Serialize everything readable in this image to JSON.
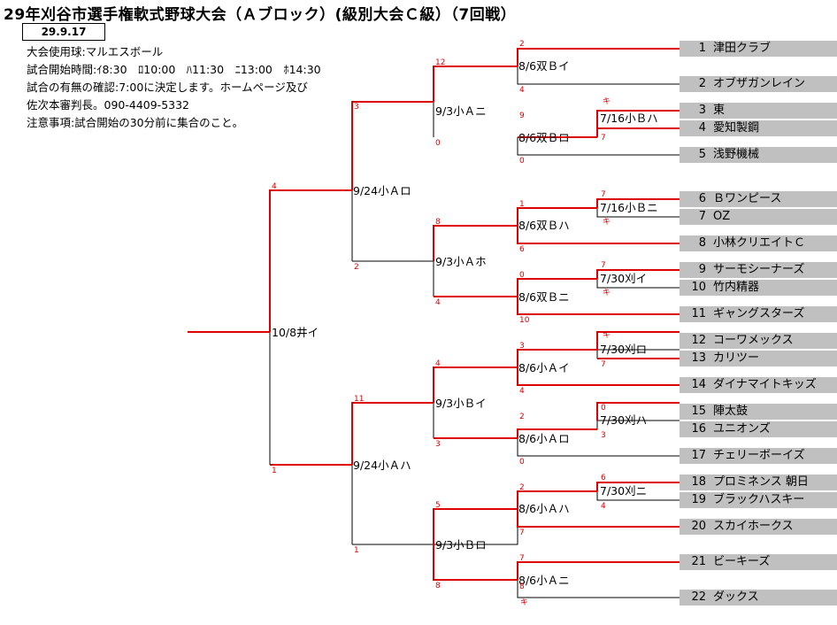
{
  "title": "29年刈谷市選手権軟式野球大会（Ａブロック）(級別大会Ｃ級）（7回戦）",
  "date": "29.9.17",
  "info": [
    "大会使用球:マルエスボール",
    "試合開始時間:ｲ8:30　ﾛ10:00　ﾊ11:30　ﾆ13:00　ﾎ14:30",
    "試合の有無の確認:7:00に決定します。ホームページ及び",
    "佐次本審判長。090-4409-5332",
    "注意事項:試合開始の30分前に集合のこと。"
  ],
  "teams": [
    {
      "num": "1",
      "name": "津田クラブ"
    },
    {
      "num": "2",
      "name": "オブザガンレイン"
    },
    {
      "num": "3",
      "name": "東"
    },
    {
      "num": "4",
      "name": "愛知製鋼"
    },
    {
      "num": "5",
      "name": "浅野機械"
    },
    {
      "num": "6",
      "name": "Ｂワンピース"
    },
    {
      "num": "7",
      "name": "OZ"
    },
    {
      "num": "8",
      "name": "小林クリエイトＣ"
    },
    {
      "num": "9",
      "name": "サーモシーナーズ"
    },
    {
      "num": "10",
      "name": "竹内精器"
    },
    {
      "num": "11",
      "name": "ギャングスターズ"
    },
    {
      "num": "12",
      "name": "コーワメックス"
    },
    {
      "num": "13",
      "name": "カリツー"
    },
    {
      "num": "14",
      "name": "ダイナマイトキッズ"
    },
    {
      "num": "15",
      "name": "陣太鼓"
    },
    {
      "num": "16",
      "name": "ユニオンズ"
    },
    {
      "num": "17",
      "name": "チェリーボーイズ"
    },
    {
      "num": "18",
      "name": "プロミネンス 朝日"
    },
    {
      "num": "19",
      "name": "ブラックハスキー"
    },
    {
      "num": "20",
      "name": "スカイホークス"
    },
    {
      "num": "21",
      "name": "ビーキーズ"
    },
    {
      "num": "22",
      "name": "ダックス"
    }
  ],
  "games": {
    "g_3_4": "7/16小Ｂハ",
    "g_6_7": "7/16小Ｂニ",
    "g_9_10": "7/30刈イ",
    "g_12_13": "7/30刈ロ",
    "g_15_16": "7/30刈ハ",
    "g_18_19": "7/30刈ニ",
    "g_1_2": "8/6双Ｂイ",
    "g_34_5": "8/6双Ｂロ",
    "g_67_8": "8/6双Ｂハ",
    "g_910_11": "8/6双Ｂニ",
    "g_1213_14": "8/6小Ａイ",
    "g_1516_17": "8/6小Ａロ",
    "g_1819_20": "8/6小Ａハ",
    "g_21_22": "8/6小Ａニ",
    "q1": "9/3小Ａニ",
    "q2": "9/3小Ａホ",
    "q3": "9/3小Ｂイ",
    "q4": "9/3小Ｂロ",
    "s1": "9/24小Ａロ",
    "s2": "9/24小Ａハ",
    "final": "10/8井イ"
  },
  "scores": {
    "t1": "2",
    "t2": "4",
    "t3": "キ",
    "t4": "7",
    "t34": "9",
    "t5": "0",
    "t6": "7",
    "t7": "キ",
    "t67": "1",
    "t8": "6",
    "t9": "7",
    "t10": "キ",
    "t910": "0",
    "t11": "10",
    "t12": "キ",
    "t13": "7",
    "t1213": "3",
    "t14": "4",
    "t15": "0",
    "t16": "3",
    "t1516": "2",
    "t17": "0",
    "t18": "6",
    "t19": "4",
    "t1819": "2",
    "t20": "7",
    "t21": "7",
    "t22": "8",
    "t22b": "キ",
    "a12": "12",
    "a345": "0",
    "a678": "8",
    "a91011": "4",
    "a121314": "4",
    "a151617": "3",
    "a181920": "5",
    "a2122": "8",
    "b1": "3",
    "b2": "2",
    "b3": "11",
    "b4": "1",
    "c1": "4",
    "c2": "1"
  },
  "colors": {
    "line_win": "#dd0000",
    "line": "#000000",
    "team_bg": "#c0c0c0"
  }
}
